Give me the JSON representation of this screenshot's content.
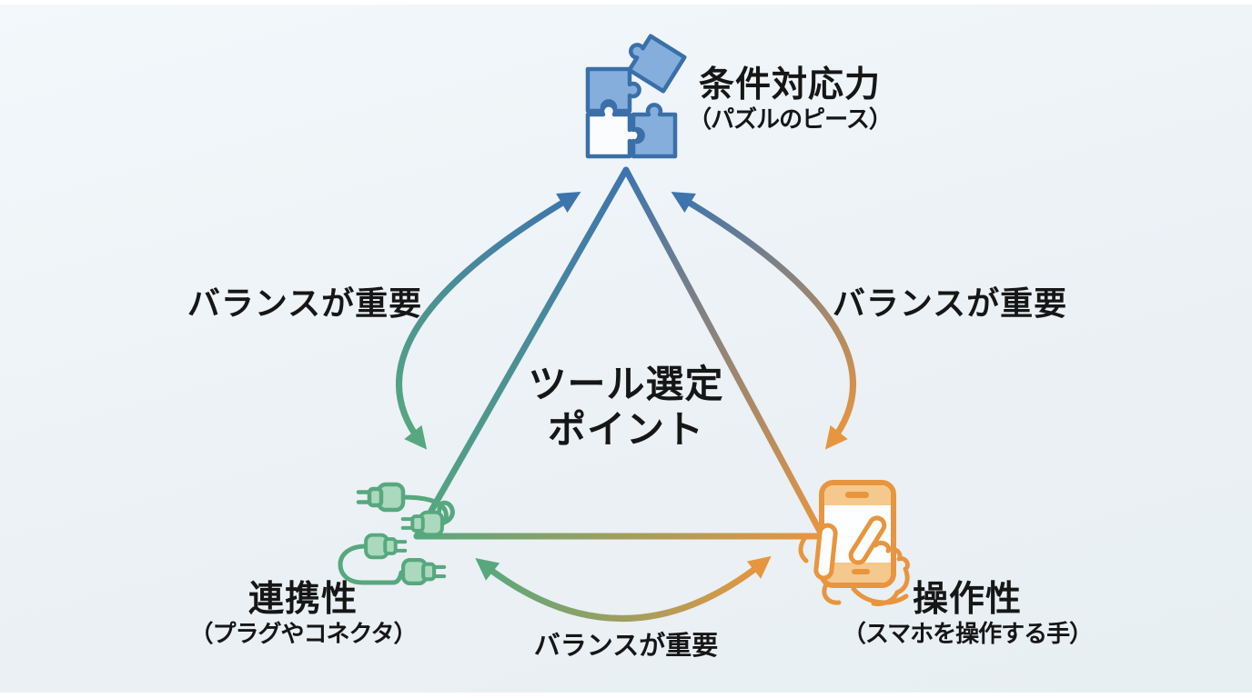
{
  "center_label": {
    "line1": "ツール選定",
    "line2": "ポイント"
  },
  "vertices": {
    "top": {
      "title": "条件対応力",
      "subtitle": "（パズルのピース）",
      "icon": "puzzle-icon",
      "color": "#3E74AE"
    },
    "bottom_left": {
      "title": "連携性",
      "subtitle": "（プラグやコネクタ）",
      "icon": "plug-icon",
      "color": "#57A87E"
    },
    "bottom_right": {
      "title": "操作性",
      "subtitle": "（スマホを操作する手）",
      "icon": "smartphone-hand-icon",
      "color": "#E8953F"
    }
  },
  "edge_labels": {
    "left": "バランスが重要",
    "right": "バランスが重要",
    "bottom": "バランスが重要"
  },
  "colors": {
    "blue": "#3E74AE",
    "blue_light": "#85AEDC",
    "green": "#57A87E",
    "green_light": "#ABD9BD",
    "orange": "#E8953F",
    "orange_light": "#F5C88D",
    "text": "#161616",
    "background": "#EBF1F5"
  }
}
